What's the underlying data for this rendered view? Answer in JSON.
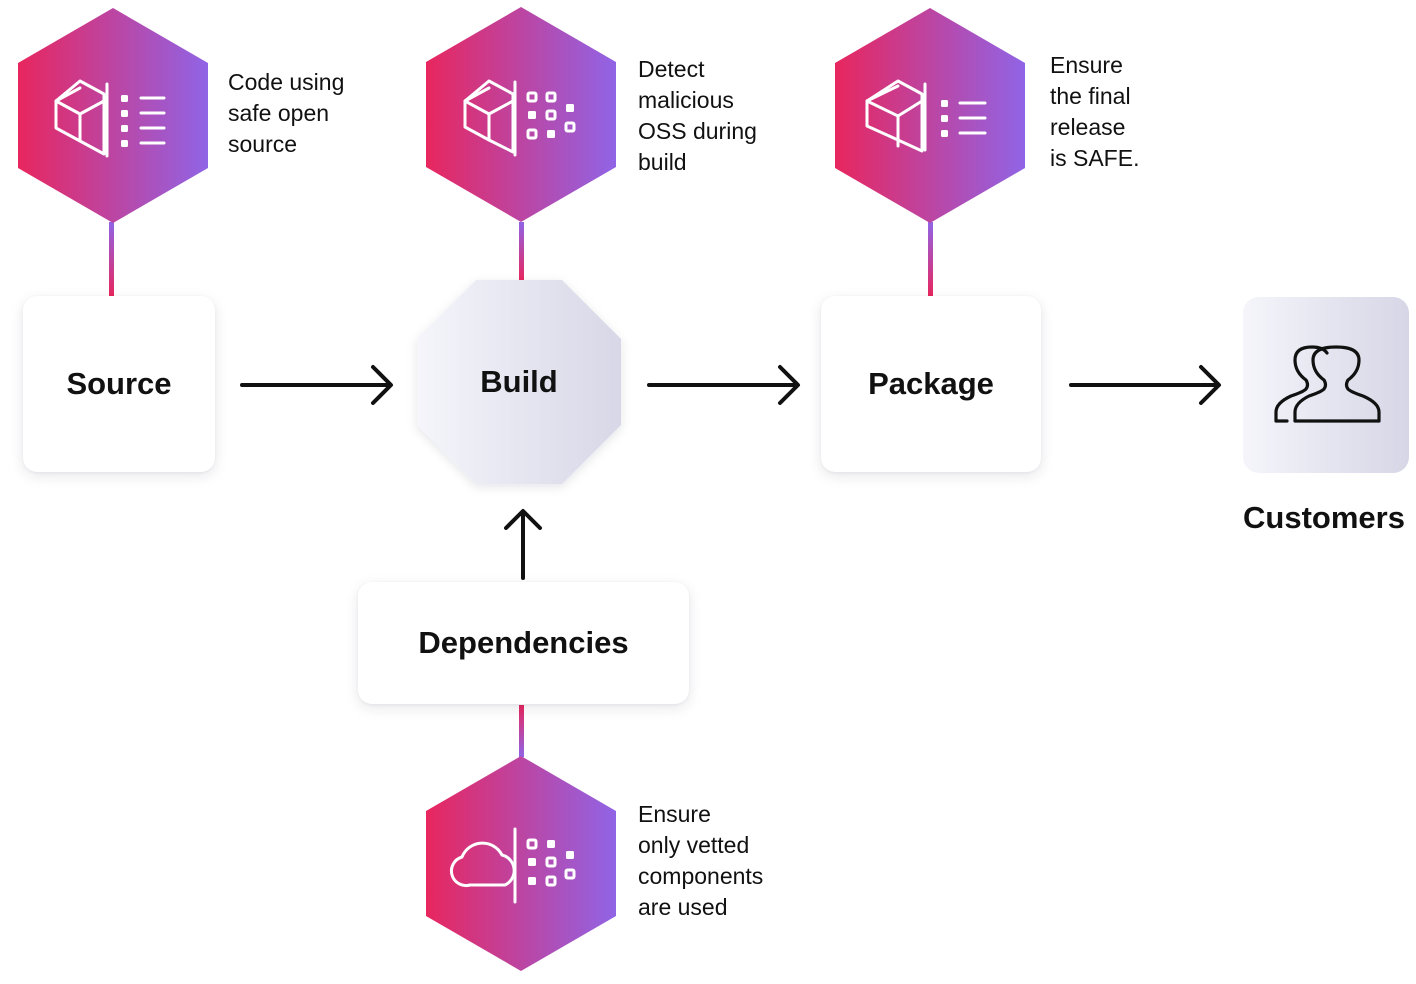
{
  "stages": {
    "source": {
      "label": "Source"
    },
    "build": {
      "label": "Build"
    },
    "package": {
      "label": "Package"
    },
    "dependencies": {
      "label": "Dependencies"
    },
    "customers": {
      "label": "Customers"
    }
  },
  "callouts": {
    "source": {
      "lines": [
        "Code using",
        "safe open",
        "source"
      ],
      "icon": "package-list-icon"
    },
    "build": {
      "lines": [
        "Detect",
        "malicious",
        "OSS during",
        "build"
      ],
      "icon": "package-grid-icon"
    },
    "package": {
      "lines": [
        "Ensure",
        "the final",
        "release",
        "is SAFE."
      ],
      "icon": "package-list-icon"
    },
    "dependencies": {
      "lines": [
        "Ensure",
        "only vetted",
        "components",
        "are used"
      ],
      "icon": "cloud-grid-icon"
    }
  },
  "colors": {
    "gradient_start": "#e8265e",
    "gradient_end": "#9064e6",
    "arrow": "#111111"
  }
}
